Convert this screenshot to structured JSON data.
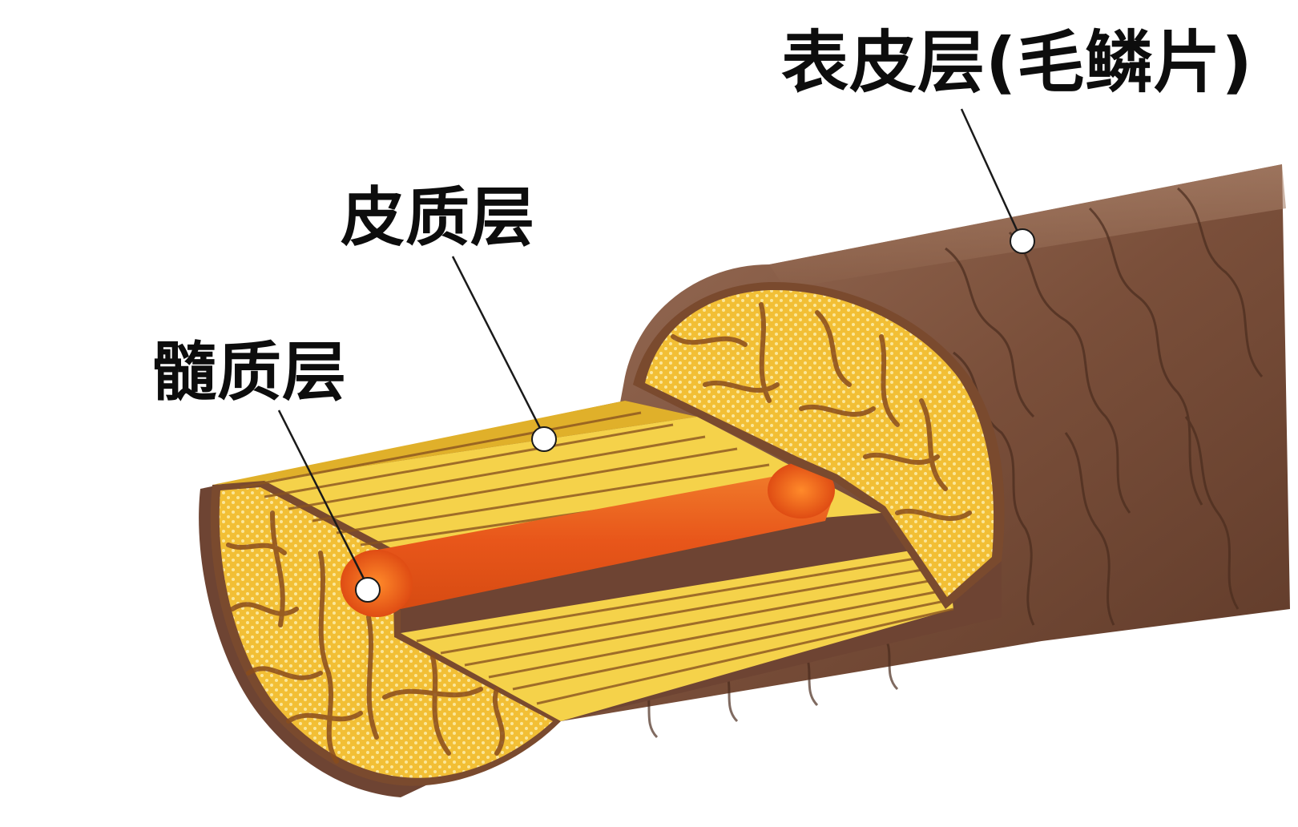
{
  "labels": {
    "cuticle": "表皮层(毛鳞片)",
    "cortex": "皮质层",
    "medulla": "髓质层"
  },
  "colors": {
    "background": "#ffffff",
    "cuticle_brown": "#6b4230",
    "cuticle_light": "#a47860",
    "cortex_yellow": "#f3c33a",
    "cortex_cell_light": "#f7d86a",
    "fiber_yellow": "#f5d24a",
    "medulla_orange": "#ea5a1c",
    "leader_line": "#1a1a1a"
  }
}
